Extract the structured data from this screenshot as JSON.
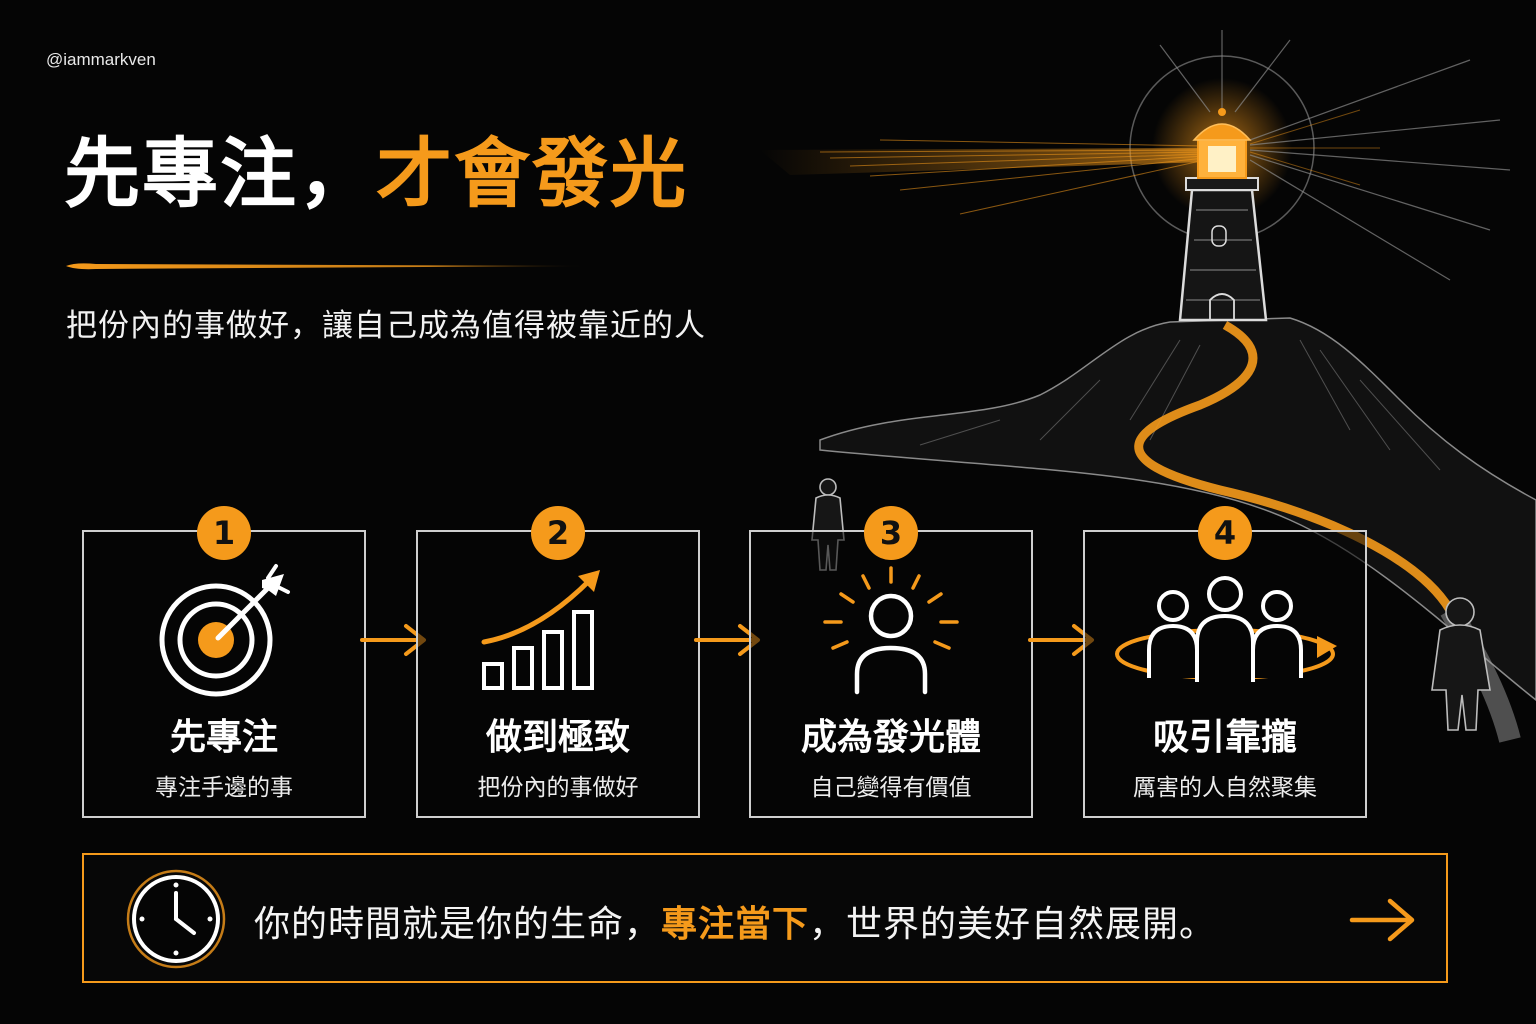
{
  "handle": "@iammarkven",
  "title": {
    "part1": "先專注，",
    "part2": "才會發光"
  },
  "subtitle": "把份內的事做好，讓自己成為值得被靠近的人",
  "steps": [
    {
      "number": "1",
      "title": "先專注",
      "desc": "專注手邊的事",
      "icon": "target-arrow-icon"
    },
    {
      "number": "2",
      "title": "做到極致",
      "desc": "把份內的事做好",
      "icon": "growth-chart-icon"
    },
    {
      "number": "3",
      "title": "成為發光體",
      "desc": "自己變得有價值",
      "icon": "glowing-person-icon"
    },
    {
      "number": "4",
      "title": "吸引靠攏",
      "desc": "厲害的人自然聚集",
      "icon": "people-group-icon"
    }
  ],
  "banner": {
    "before": "你的時間就是你的生命，",
    "highlight": "專注當下",
    "after": "，世界的美好自然展開。",
    "icon": "clock-icon"
  },
  "colors": {
    "accent": "#f59a1b",
    "background": "#050505",
    "text": "#ffffff"
  }
}
